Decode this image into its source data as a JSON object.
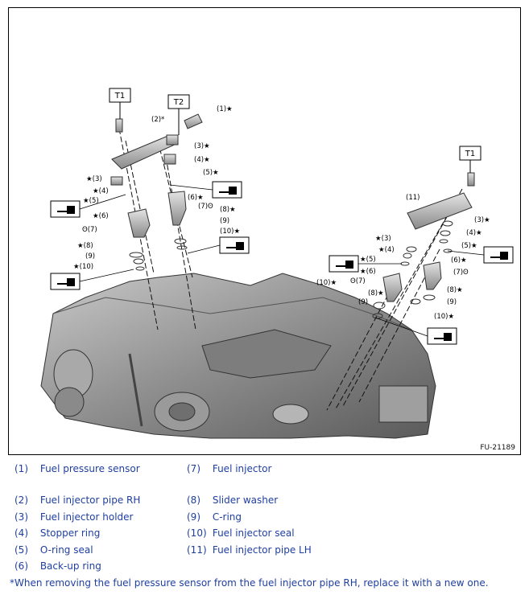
{
  "figure_id": "FU-21189",
  "tags": {
    "t1_left": "T1",
    "t2": "T2",
    "t1_right": "T1"
  },
  "callouts": {
    "c1": "(1)",
    "c2": "(2)",
    "c3l": "(3)",
    "c4l": "(4)",
    "c5l": "(5)",
    "c6l": "(6)",
    "c7l": "(7)",
    "c8l": "(8)",
    "c9l": "(9)",
    "c10l": "(10)",
    "c3m": "(3)",
    "c4m": "(4)",
    "c5m": "(5)",
    "c6m": "(6)",
    "c7m": "(7)",
    "c8m": "(8)",
    "c9m": "(9)",
    "c10m": "(10)",
    "c11": "(11)",
    "c3r": "(3)",
    "c4r": "(4)",
    "c5r": "(5)",
    "c6r": "(6)",
    "c7r": "(7)",
    "c8r": "(8)",
    "c9r": "(9)",
    "c10r": "(10)",
    "c3rl": "(3)",
    "c4rl": "(4)",
    "c5rl": "(5)",
    "c6rl": "(6)",
    "c7rl": "(7)",
    "c8rl": "(8)",
    "c9rl": "(9)",
    "c10rl": "(10)"
  },
  "symbols": {
    "star": "★",
    "asterisk": "*",
    "replace": "ʘ"
  },
  "legend_left": [
    {
      "num": "(1)",
      "label": "Fuel pressure sensor"
    },
    {
      "num": "(2)",
      "label": "Fuel injector pipe RH"
    },
    {
      "num": "(3)",
      "label": "Fuel injector holder"
    },
    {
      "num": "(4)",
      "label": "Stopper ring"
    },
    {
      "num": "(5)",
      "label": "O-ring seal"
    },
    {
      "num": "(6)",
      "label": "Back-up ring"
    }
  ],
  "legend_right": [
    {
      "num": "(7)",
      "label": "Fuel injector"
    },
    {
      "num": "(8)",
      "label": "Slider washer"
    },
    {
      "num": "(9)",
      "label": "C-ring"
    },
    {
      "num": "(10)",
      "label": "Fuel injector seal"
    },
    {
      "num": "(11)",
      "label": "Fuel injector pipe LH"
    }
  ],
  "footnote": "*When removing the fuel pressure sensor from the fuel injector pipe RH, replace it with a new one."
}
